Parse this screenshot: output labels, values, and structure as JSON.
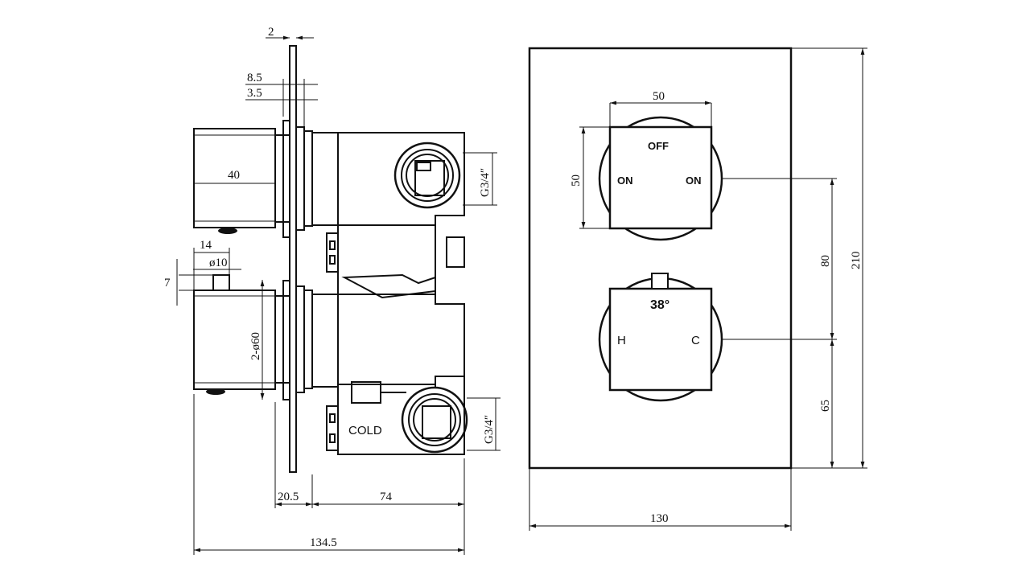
{
  "dimensions": {
    "plate_thickness": "2",
    "trim_depth": "8.5",
    "flange": "3.5",
    "handle_length": "40",
    "pin_offset": "14",
    "pin_diameter": "ø10",
    "pin_height": "7",
    "handle_diameter": "2-ø60",
    "front_depth": "20.5",
    "body_depth": "74",
    "total_depth": "134.5",
    "outlet_thread_top": "G3/4″",
    "outlet_thread_bottom": "G3/4″",
    "knob_width": "50",
    "knob_height": "50",
    "handle_spacing": "80",
    "bottom_offset": "65",
    "plate_height": "210",
    "plate_width": "130"
  },
  "labels": {
    "cold_inlet": "COLD",
    "diverter_off": "OFF",
    "diverter_on_left": "ON",
    "diverter_on_right": "ON",
    "temperature": "38°",
    "hot": "H",
    "cold": "C"
  }
}
